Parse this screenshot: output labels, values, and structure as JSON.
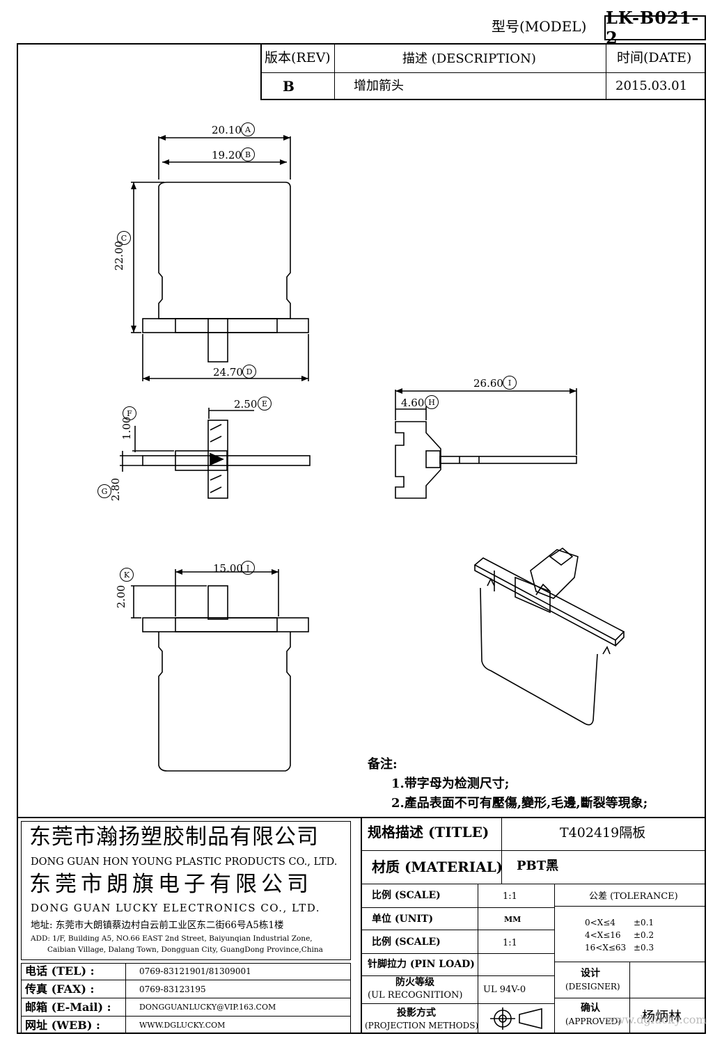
{
  "header": {
    "model_label": "型号(MODEL)",
    "model_value": "LK-B021-2"
  },
  "revision": {
    "col_rev": "版本(REV)",
    "col_desc": "描述 (DESCRIPTION)",
    "col_date": "时间(DATE)",
    "rev": "B",
    "desc": "增加箭头",
    "date": "2015.03.01"
  },
  "dimensions": {
    "A": "20.10",
    "B": "19.20",
    "C": "22.00",
    "D": "24.70",
    "E": "2.50",
    "F": "1.00",
    "G": "2.80",
    "H": "4.60",
    "I": "26.60",
    "J": "15.00",
    "K": "2.00"
  },
  "markers": {
    "A": "A",
    "B": "B",
    "C": "C",
    "D": "D",
    "E": "E",
    "F": "F",
    "G": "G",
    "H": "H",
    "I": "I",
    "J": "J",
    "K": "K"
  },
  "notes": {
    "title": "备注:",
    "line1": "1.带字母为检测尺寸;",
    "line2": "2.產品表面不可有壓傷,變形,毛邊,斷裂等現象;"
  },
  "company": {
    "name_cn_1": "东莞市瀚扬塑胶制品有限公司",
    "name_en_1": "DONG GUAN HON YOUNG PLASTIC PRODUCTS CO., LTD.",
    "name_cn_2": "东莞市朗旗电子有限公司",
    "name_en_2": "DONG GUAN LUCKY ELECTRONICS CO., LTD.",
    "addr_cn": "地址: 东莞市大朗镇蔡边村白云前工业区东二街66号A5栋1楼",
    "addr_en_1": "ADD: 1/F, Building A5, NO.66 EAST 2nd Street, Baiyunqian Industrial Zone,",
    "addr_en_2": "Caibian Village, Dalang Town, Dongguan City, GuangDong Province,China"
  },
  "contacts": [
    {
      "label": "电话 (TEL) :",
      "value": "0769-83121901/81309001"
    },
    {
      "label": "传真 (FAX) :",
      "value": "0769-83123195"
    },
    {
      "label": "邮箱 (E-Mail) :",
      "value": "DONGGUANLUCKY@VIP.163.COM"
    },
    {
      "label": "网址 (WEB) :",
      "value": "WWW.DGLUCKY.COM"
    }
  ],
  "titleblock": {
    "title_label": "规格描述 (TITLE)",
    "title_value": "T402419隔板",
    "material_label": "材质 (MATERIAL)",
    "material_value": "PBT黑",
    "scale_label": "比例 (SCALE)",
    "scale_value": "1:1",
    "unit_label": "单位 (UNIT)",
    "unit_value": "MM",
    "scale2_label": "比例 (SCALE)",
    "scale2_value": "1:1",
    "pinload_label": "针脚拉力 (PIN LOAD)",
    "pinload_value": "",
    "ul_label_1": "防火等级",
    "ul_label_2": "(UL RECOGNITION)",
    "ul_value": "UL 94V-0",
    "proj_label_1": "投影方式",
    "proj_label_2": "(PROJECTION METHODS)",
    "tolerance_label": "公差 (TOLERANCE)",
    "tol_1_range": "0<X≤4",
    "tol_1_value": "±0.1",
    "tol_2_range": "4<X≤16",
    "tol_2_value": "±0.2",
    "tol_3_range": "16<X≤63",
    "tol_3_value": "±0.3",
    "designer_label_1": "设计",
    "designer_label_2": "(DESIGNER)",
    "designer_value": "",
    "approved_label_1": "确认",
    "approved_label_2": "(APPROVED)",
    "approved_value": "杨炳林"
  },
  "watermark": "www.dglucky.com"
}
